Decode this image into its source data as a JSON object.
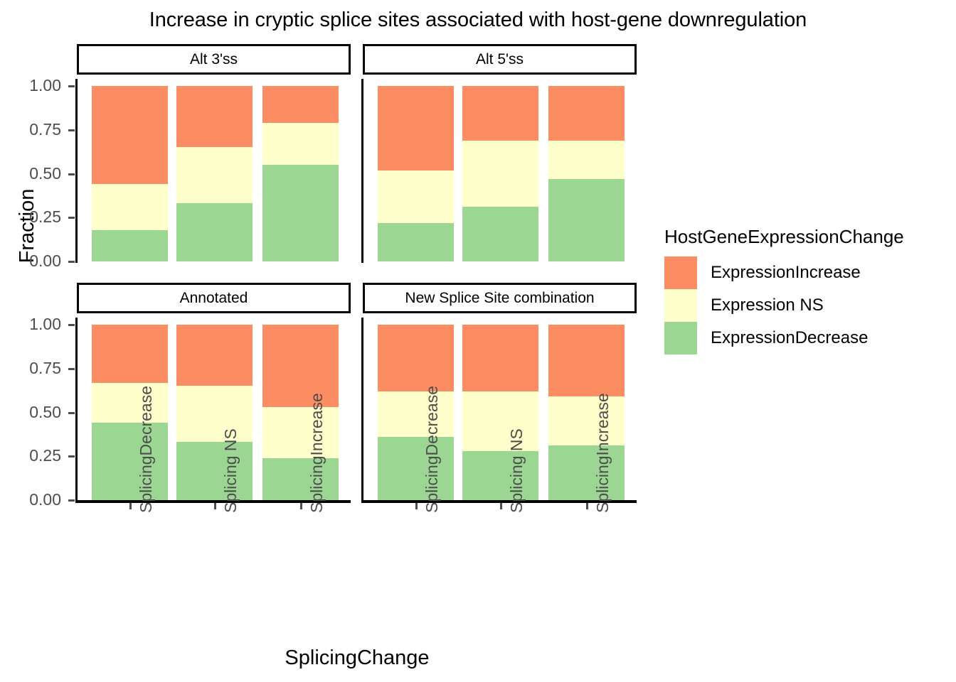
{
  "chart_data": {
    "type": "bar",
    "subtype": "stacked-100pct-faceted",
    "title": "Increase in cryptic splice sites associated with host-gene downregulation",
    "xlabel": "SplicingChange",
    "ylabel": "Fraction",
    "ylim": [
      0,
      1
    ],
    "yticks": [
      "0.00",
      "0.25",
      "0.50",
      "0.75",
      "1.00"
    ],
    "ytick_values": [
      0,
      0.25,
      0.5,
      0.75,
      1
    ],
    "grid": false,
    "legend": {
      "title": "HostGeneExpressionChange",
      "position": "right",
      "entries": [
        {
          "label": "ExpressionIncrease",
          "color": "#fc8d62"
        },
        {
          "label": "Expression NS",
          "color": "#ffffcc"
        },
        {
          "label": "ExpressionDecrease",
          "color": "#9bd693"
        }
      ]
    },
    "categories": [
      "SplicingDecrease",
      "Splicing NS",
      "SplicingIncrease"
    ],
    "series": [
      {
        "name": "ExpressionDecrease",
        "color": "#9bd693"
      },
      {
        "name": "Expression NS",
        "color": "#ffffcc"
      },
      {
        "name": "ExpressionIncrease",
        "color": "#fc8d62"
      }
    ],
    "facets": [
      {
        "label": "Alt 3'ss",
        "row": 0,
        "col": 0,
        "values": {
          "ExpressionDecrease": [
            0.18,
            0.33,
            0.55
          ],
          "Expression NS": [
            0.26,
            0.32,
            0.24
          ],
          "ExpressionIncrease": [
            0.56,
            0.35,
            0.21
          ]
        },
        "cumulative": {
          "ExpressionDecrease": [
            0.18,
            0.33,
            0.55
          ],
          "Expression NS": [
            0.44,
            0.65,
            0.79
          ],
          "ExpressionIncrease": [
            1.0,
            1.0,
            1.0
          ]
        }
      },
      {
        "label": "Alt 5'ss",
        "row": 0,
        "col": 1,
        "values": {
          "ExpressionDecrease": [
            0.22,
            0.31,
            0.47
          ],
          "Expression NS": [
            0.3,
            0.38,
            0.22
          ],
          "ExpressionIncrease": [
            0.48,
            0.31,
            0.31
          ]
        },
        "cumulative": {
          "ExpressionDecrease": [
            0.22,
            0.31,
            0.47
          ],
          "Expression NS": [
            0.52,
            0.69,
            0.69
          ],
          "ExpressionIncrease": [
            1.0,
            1.0,
            1.0
          ]
        }
      },
      {
        "label": "Annotated",
        "row": 1,
        "col": 0,
        "values": {
          "ExpressionDecrease": [
            0.44,
            0.33,
            0.24
          ],
          "Expression NS": [
            0.23,
            0.32,
            0.29
          ],
          "ExpressionIncrease": [
            0.33,
            0.35,
            0.47
          ]
        },
        "cumulative": {
          "ExpressionDecrease": [
            0.44,
            0.33,
            0.24
          ],
          "Expression NS": [
            0.67,
            0.65,
            0.53
          ],
          "ExpressionIncrease": [
            1.0,
            1.0,
            1.0
          ]
        }
      },
      {
        "label": "New Splice Site combination",
        "row": 1,
        "col": 1,
        "values": {
          "ExpressionDecrease": [
            0.36,
            0.28,
            0.31
          ],
          "Expression NS": [
            0.26,
            0.34,
            0.28
          ],
          "ExpressionIncrease": [
            0.38,
            0.38,
            0.41
          ]
        },
        "cumulative": {
          "ExpressionDecrease": [
            0.36,
            0.28,
            0.31
          ],
          "Expression NS": [
            0.62,
            0.62,
            0.59
          ],
          "ExpressionIncrease": [
            1.0,
            1.0,
            1.0
          ]
        }
      }
    ]
  },
  "axis": {
    "y_title": "Fraction",
    "x_title": "SplicingChange"
  }
}
